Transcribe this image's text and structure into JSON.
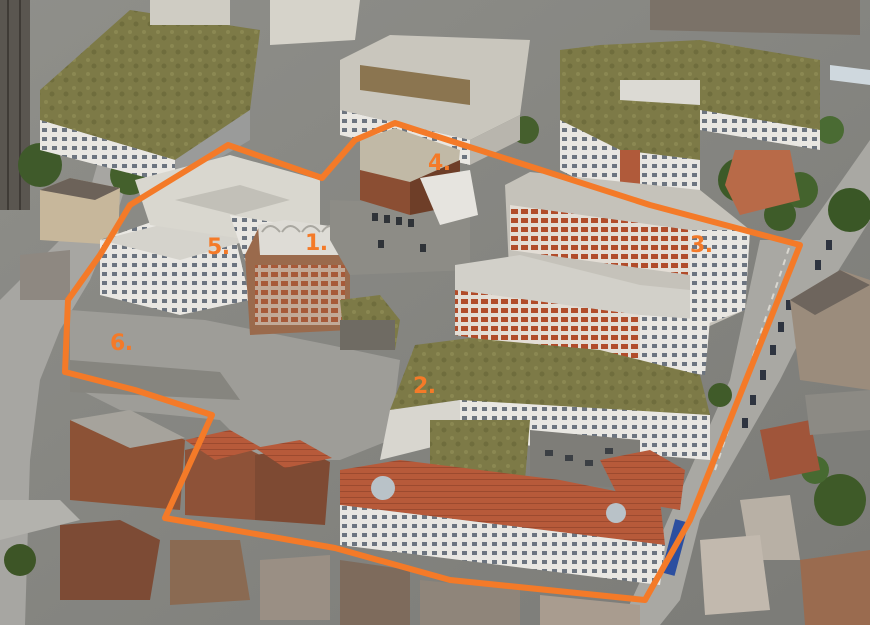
{
  "photo": {
    "description_shown": "",
    "outline_color": "#f47a28",
    "label_color": "#f47a28",
    "zone_labels": [
      {
        "id": "1",
        "text": "1."
      },
      {
        "id": "2",
        "text": "2."
      },
      {
        "id": "3",
        "text": "3."
      },
      {
        "id": "4",
        "text": "4."
      },
      {
        "id": "5",
        "text": "5."
      },
      {
        "id": "6",
        "text": "6."
      }
    ]
  }
}
